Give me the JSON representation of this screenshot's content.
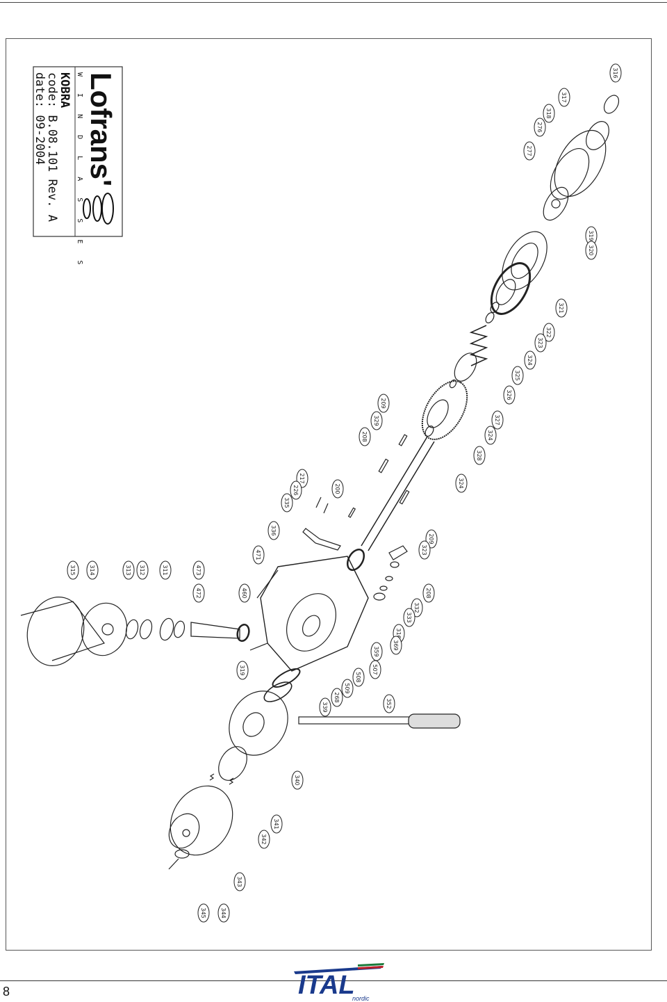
{
  "title_block": {
    "brand": "Lofrans'",
    "subtitle": "W I N D L A S S E S",
    "model": "KOBRA",
    "code": "code: B.08.101 Rev. A",
    "date": "date: 09-2004"
  },
  "footer": {
    "page_number": "8",
    "logo_text": "ITAL",
    "logo_sub": "nordic"
  },
  "parts": [
    "316",
    "317",
    "318",
    "276",
    "277",
    "319",
    "320",
    "321",
    "322",
    "323",
    "324",
    "325",
    "326",
    "327",
    "324",
    "328",
    "324",
    "209",
    "329",
    "208",
    "217",
    "226",
    "335",
    "200",
    "209",
    "323",
    "208",
    "336",
    "471",
    "460",
    "332",
    "333",
    "316",
    "473",
    "472",
    "315",
    "314",
    "313",
    "312",
    "311",
    "359",
    "507",
    "508",
    "509",
    "268",
    "339",
    "319",
    "340",
    "341",
    "342",
    "343",
    "344",
    "345",
    "352",
    "369"
  ]
}
